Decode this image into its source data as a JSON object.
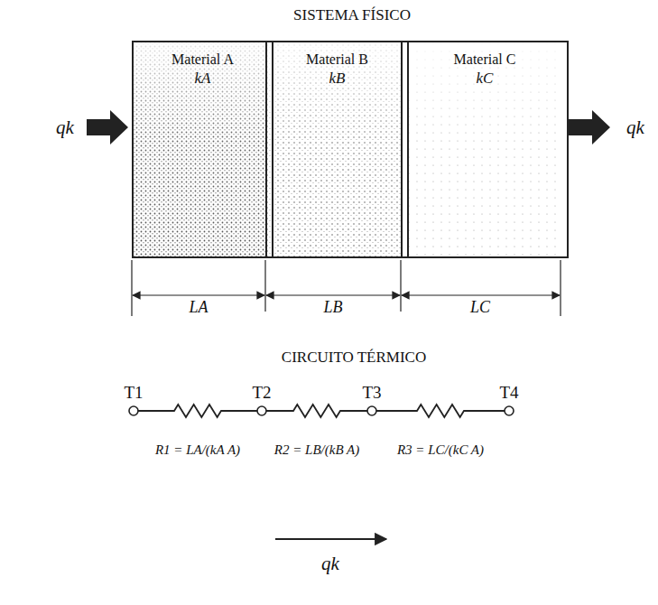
{
  "diagram": {
    "title": "SISTEMA FÍSICO",
    "nodes": [
      {
        "text": [
          "Material A",
          "kA"
        ]
      },
      {
        "text": [
          "Material B",
          "kB"
        ]
      },
      {
        "text": [
          "Material C",
          "kC"
        ]
      },
      {
        "text": [
          "T1"
        ]
      },
      {
        "text": [
          "T2"
        ]
      },
      {
        "text": [
          "T3"
        ]
      },
      {
        "text": [
          "T4"
        ]
      }
    ],
    "edges": [
      {
        "from": 3,
        "to": 4,
        "arrow": "none",
        "label": "R1 = LA/(kA A)"
      },
      {
        "from": 4,
        "to": 5,
        "arrow": "none",
        "label": "R2 = LB/(kB A)"
      },
      {
        "from": 5,
        "to": 6,
        "arrow": "none",
        "label": "R3 = LC/(kC A)"
      }
    ],
    "labels": [
      "qk",
      "qk",
      "LA",
      "LB",
      "LC",
      "CIRCUITO TÉRMICO",
      "qk"
    ]
  }
}
